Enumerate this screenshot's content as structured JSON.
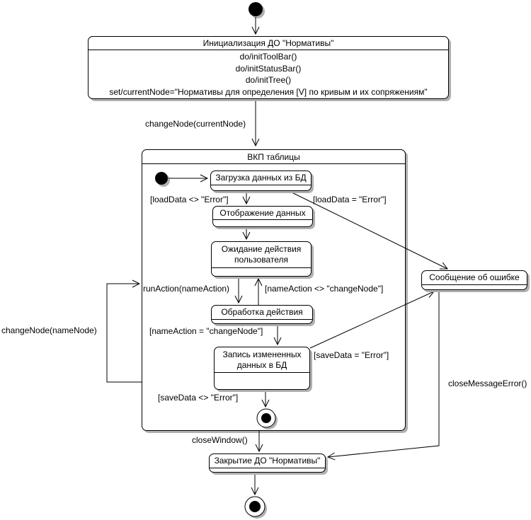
{
  "colors": {
    "background": "#ffffff",
    "line": "#000000",
    "shadow": "#b0b0b0"
  },
  "diagram": {
    "type": "uml-state-machine",
    "initial_state_box": {
      "title": "Инициализация ДО \"Нормативы\"",
      "actions": [
        "do/initToolBar()",
        "do/initStatusBar()",
        "do/initTree()",
        "set/currentNode=\"Нормативы для определения [V] по кривым и их сопряжениям\""
      ]
    },
    "composite_state": {
      "title": "ВКП таблицы"
    },
    "states": {
      "load_data": "Загрузка данных из БД",
      "display_data": "Отображение данных",
      "wait_user": {
        "line1": "Ожидание действия",
        "line2": "пользователя"
      },
      "process_action": "Обработка действия",
      "save_data": {
        "line1": "Запись измененных",
        "line2": "данных в БД"
      },
      "error_message": "Сообщение об ошибке",
      "close_do": "Закрытие ДО \"Нормативы\""
    },
    "transitions": {
      "change_node_current": "changeNode(currentNode)",
      "load_ok": "[loadData <> \"Error\"]",
      "load_error": "[loadData = \"Error\"]",
      "run_action": "runAction(nameAction)",
      "name_action_ne": "[nameAction <> \"changeNode\"]",
      "name_action_eq": "[nameAction = \"changeNode\"]",
      "save_error": "[saveData = \"Error\"]",
      "save_ok": "[saveData <> \"Error\"]",
      "change_node_name": "changeNode(nameNode)",
      "close_window": "closeWindow()",
      "close_message_error": "closeMessageError()"
    }
  }
}
